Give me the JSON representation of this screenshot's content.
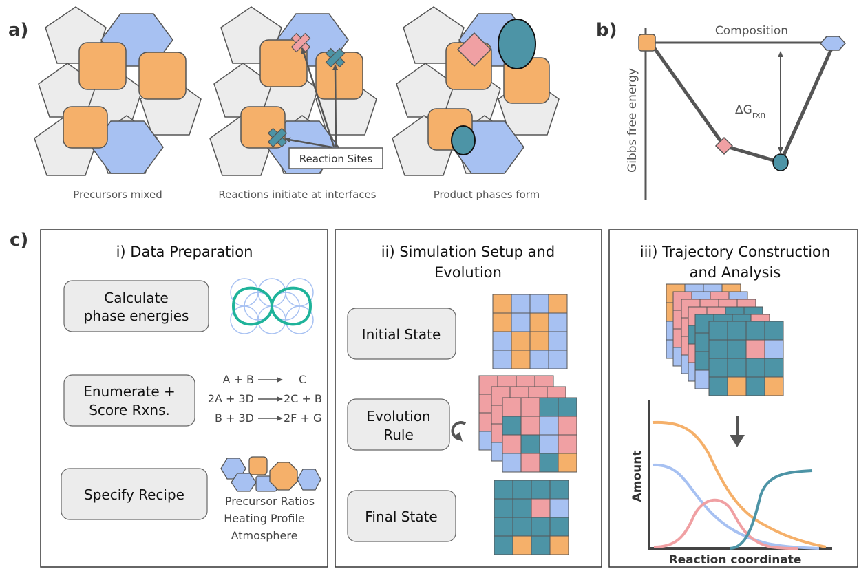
{
  "colors": {
    "orange": "#f5b06a",
    "blue": "#a7c1f2",
    "pink": "#f0a0a3",
    "teal": "#4d94a6",
    "gray": "#ececec",
    "green": "#1fb39a"
  },
  "panel_a": {
    "label": "a)",
    "captions": [
      "Precursors mixed",
      "Reactions initiate at interfaces",
      "Product phases form"
    ],
    "reaction_sites_label": "Reaction Sites"
  },
  "panel_b": {
    "label": "b)",
    "composition_label": "Composition",
    "energy_label": "Gibbs free energy",
    "delta_g": "ΔG",
    "delta_g_sub": "rxn"
  },
  "panel_c": {
    "label": "c)",
    "box1": {
      "title": "i) Data Preparation",
      "step1": [
        "Calculate",
        "phase energies"
      ],
      "step2": [
        "Enumerate +",
        "Score Rxns."
      ],
      "step3": "Specify Recipe",
      "reactions": [
        {
          "left": "A + B",
          "right": "C"
        },
        {
          "left": "2A + 3D",
          "right": "2C + B"
        },
        {
          "left": "B + 3D",
          "right": "2F + G"
        }
      ],
      "recipe_items": [
        "Precursor Ratios",
        "Heating Profile",
        "Atmosphere"
      ]
    },
    "box2": {
      "title": [
        "ii) Simulation Setup and",
        "Evolution"
      ],
      "initial": "Initial State",
      "rule": [
        "Evolution",
        "Rule"
      ],
      "final": "Final State"
    },
    "box3": {
      "title": [
        "iii) Trajectory Construction",
        "and Analysis"
      ],
      "y_label": "Amount",
      "x_label": "Reaction coordinate"
    }
  }
}
